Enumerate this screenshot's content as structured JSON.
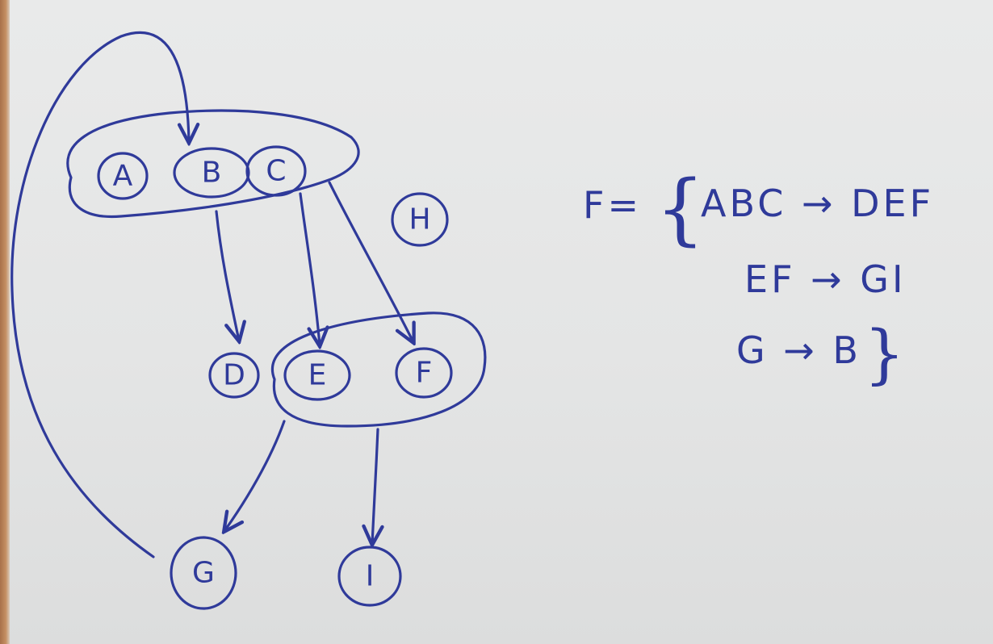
{
  "colors": {
    "ink": "#2f3a9a",
    "paper": "#e6e7e7"
  },
  "nodes": {
    "A": "A",
    "B": "B",
    "C": "C",
    "D": "D",
    "E": "E",
    "F": "F",
    "G": "G",
    "H": "H",
    "I": "I"
  },
  "fd_set": {
    "name": "F=",
    "open_brace": "{",
    "close_brace": "}",
    "line1": "ABC → DEF",
    "line2": "EF → GI",
    "line3": "G → B"
  }
}
